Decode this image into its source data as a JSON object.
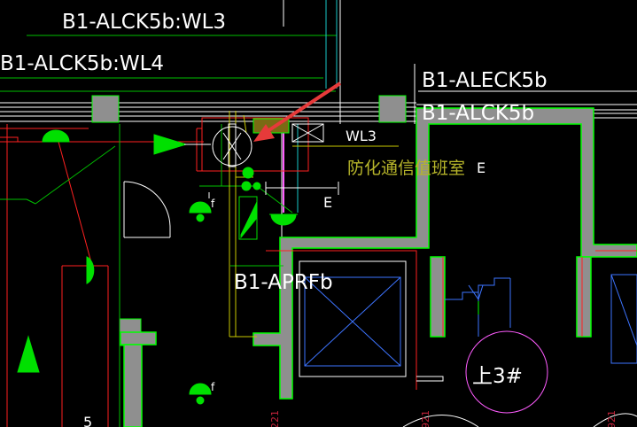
{
  "labels": {
    "wl3_top": "B1-ALCK5b:WL3",
    "wl4": "B1-ALCK5b:WL4",
    "aleck": "B1-ALECK5b",
    "alck": "B1-ALCK5b",
    "wl3": "WL3",
    "room": "防化通信值班室",
    "e1": "E",
    "e2": "E",
    "aprfb": "B1-APRFb",
    "stair": "上3#",
    "f1": "f",
    "f2": "f",
    "dim1": "221",
    "dim2": "921",
    "dim3": "921",
    "five": "5"
  },
  "colors": {
    "background": "#000000",
    "wall_fill": "#8f8f8f",
    "wall_edge": "#00ff00",
    "red_line": "#ff2020",
    "arrow": "#e63a3a",
    "blue_line": "#3d74ff",
    "cyan": "#19c9c9",
    "magenta": "#ff5cff",
    "symbol_green": "#00e000"
  }
}
